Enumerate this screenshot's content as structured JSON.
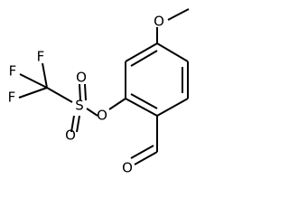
{
  "molecule": {
    "atoms": {
      "o_methoxy": "O",
      "f_top": "F",
      "f_left": "F",
      "f_bottom": "F",
      "s": "S",
      "o_s_top": "O",
      "o_s_bottom": "O",
      "o_ester": "O",
      "o_aldehyde": "O"
    }
  }
}
